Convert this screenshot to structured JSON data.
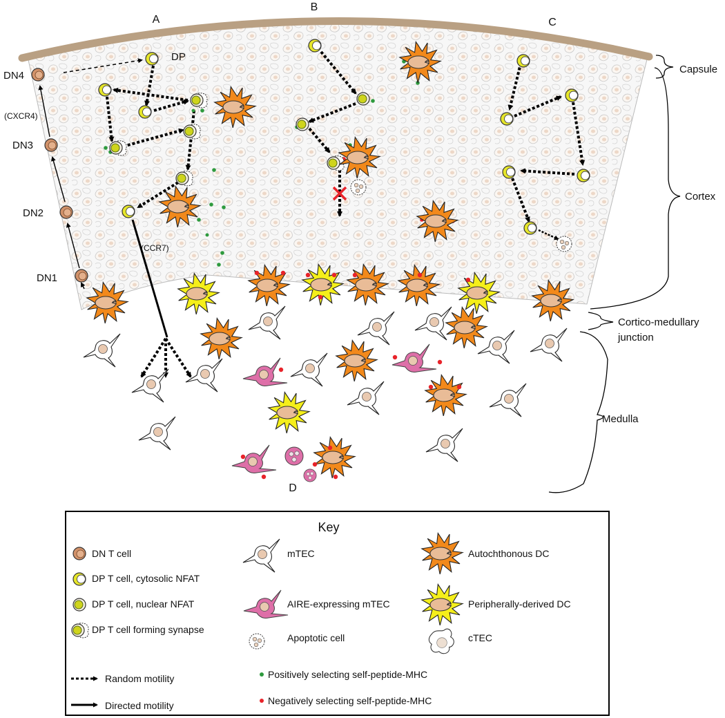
{
  "section_labels": {
    "a": "A",
    "b": "B",
    "c": "C",
    "d": "D"
  },
  "stage_labels": {
    "dn1": "DN1",
    "dn2": "DN2",
    "dn3": "DN3",
    "dn4": "DN4",
    "dp": "DP",
    "cxcr4": "(CXCR4)",
    "ccr7": "(CCR7)"
  },
  "region_labels": {
    "capsule": "Capsule",
    "cortex": "Cortex",
    "cmj_line1": "Cortico-medullary",
    "cmj_line2": "junction",
    "medulla": "Medulla"
  },
  "key": {
    "title": "Key",
    "dn_cell": "DN T cell",
    "dp_cytosolic": "DP T cell, cytosolic NFAT",
    "dp_nuclear": "DP T cell, nuclear NFAT",
    "dp_synapse": "DP T cell forming synapse",
    "random_motility": "Random motility",
    "directed_motility": "Directed motility",
    "mtec": "mTEC",
    "aire_mtec": "AIRE-expressing mTEC",
    "apoptotic": "Apoptotic cell",
    "positive_mhc": "Positively selecting self-peptide-MHC",
    "negative_mhc": "Negatively selecting self-peptide-MHC",
    "auto_dc": "Autochthonous DC",
    "peripheral_dc": "Peripherally-derived DC",
    "ctec": "cTEC"
  },
  "colors": {
    "capsule": "#b9a083",
    "dn_cell": "#d2926a",
    "dp_cell": "#e6e62a",
    "auto_dc": "#f2891b",
    "peripheral_dc": "#f5ef1a",
    "dc_nucleus": "#e9bc97",
    "aire_mtec": "#de6fa8",
    "positive_dot": "#2e9a3e",
    "negative_dot": "#e8232a",
    "ctec_fill": "#eddfd2"
  }
}
